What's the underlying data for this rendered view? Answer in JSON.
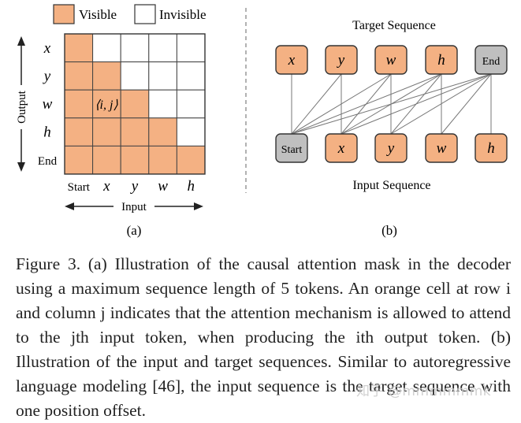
{
  "legend": {
    "visible": "Visible",
    "invisible": "Invisible"
  },
  "colors": {
    "visible": "#f4b183",
    "invisible": "#ffffff",
    "gray": "#bfbfbf",
    "border": "#333333"
  },
  "mask": {
    "row_labels": [
      "x",
      "y",
      "w",
      "h",
      "End"
    ],
    "col_labels": [
      "Start",
      "x",
      "y",
      "w",
      "h"
    ],
    "visible_matrix": [
      [
        1,
        0,
        0,
        0,
        0
      ],
      [
        1,
        1,
        0,
        0,
        0
      ],
      [
        1,
        1,
        1,
        0,
        0
      ],
      [
        1,
        1,
        1,
        1,
        0
      ],
      [
        1,
        1,
        1,
        1,
        1
      ]
    ],
    "cell_annotation": "⟨i, j⟩",
    "output_label": "Output",
    "input_label": "Input",
    "panel_label": "(a)"
  },
  "sequences": {
    "target_title": "Target Sequence",
    "input_title": "Input Sequence",
    "target_tokens": [
      "x",
      "y",
      "w",
      "h",
      "End"
    ],
    "input_tokens": [
      "Start",
      "x",
      "y",
      "w",
      "h"
    ],
    "panel_label": "(b)"
  },
  "caption": {
    "text": "Figure 3. (a) Illustration of the causal attention mask in the decoder using a maximum sequence length of 5 tokens. An orange cell at row i and column j indicates that the attention mechanism is allowed to attend to the jth input token, when producing the ith output token. (b) Illustration of the input and target sequences. Similar to autoregressive language modeling [46], the input sequence is the target sequence with one position offset."
  },
  "watermark": "知乎 @mmmmmmk"
}
